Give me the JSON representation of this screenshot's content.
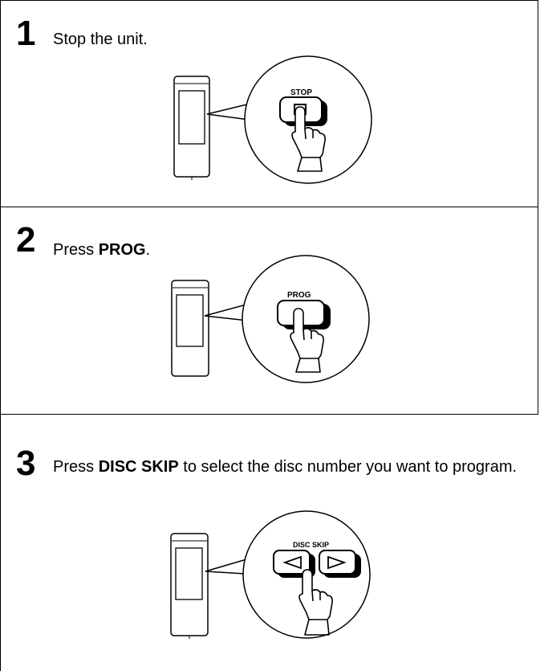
{
  "steps": [
    {
      "number": "1",
      "text_plain": "Stop the unit.",
      "button_label": "STOP"
    },
    {
      "number": "2",
      "text_before": "Press ",
      "text_bold": "PROG",
      "text_after": ".",
      "button_label": "PROG"
    },
    {
      "number": "3",
      "text_before": "Press ",
      "text_bold": "DISC SKIP",
      "text_after": " to select the disc number you want to program.",
      "button_label": "DISC SKIP"
    }
  ]
}
